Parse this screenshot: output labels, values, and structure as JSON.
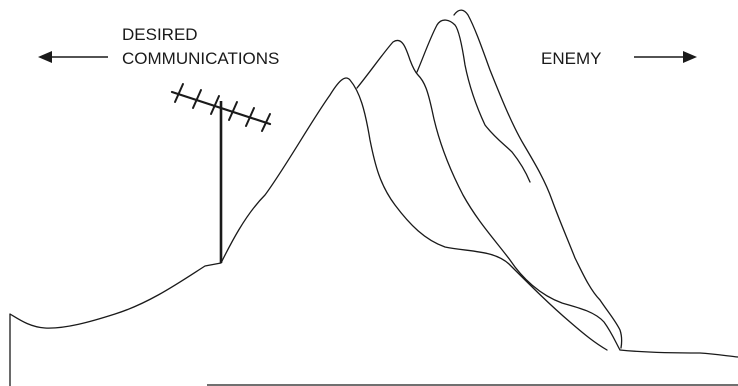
{
  "labels": {
    "desired_line1": "DESIRED",
    "desired_line2": "COMMUNICATIONS",
    "enemy": "ENEMY"
  },
  "icons": {
    "left_arrow": "arrow-left-icon",
    "right_arrow": "arrow-right-icon",
    "antenna": "antenna-icon"
  },
  "colors": {
    "ink": "#1a1a1a",
    "background": "#ffffff"
  }
}
